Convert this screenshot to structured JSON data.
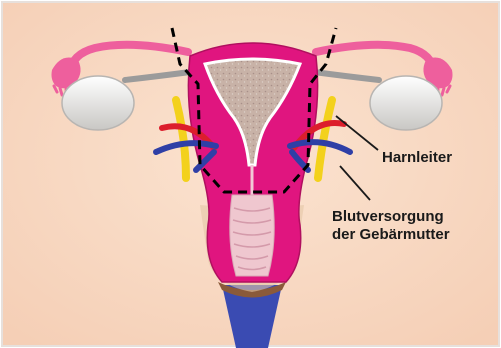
{
  "figure": {
    "labels": {
      "ureter": "Harnleiter",
      "blood_supply_line1": "Blutversorgung",
      "blood_supply_line2": "der Gebärmutter"
    }
  },
  "colors": {
    "background": "#f8d9c3",
    "uterus": "#e0157f",
    "cavity": "#c4aea3",
    "cervix": "#efc7cf",
    "ovary": "#e9e7e3",
    "tube": "#ee5f9d",
    "ureter": "#f3d11c",
    "artery": "#dc1e2c",
    "vein": "#2f3fa6",
    "vagina": "#3a4bb2"
  }
}
